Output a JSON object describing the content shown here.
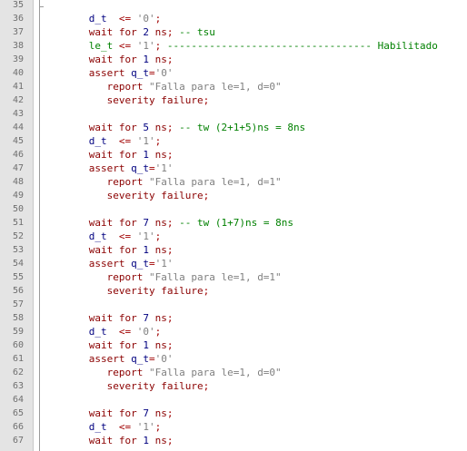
{
  "editor": {
    "lines": [
      {
        "n": "35",
        "tokens": []
      },
      {
        "n": "36",
        "tokens": [
          {
            "t": "      ",
            "c": "txt"
          },
          {
            "t": "d_t",
            "c": "id"
          },
          {
            "t": "  <= ",
            "c": "op"
          },
          {
            "t": "'0'",
            "c": "str"
          },
          {
            "t": ";",
            "c": "op"
          }
        ]
      },
      {
        "n": "37",
        "tokens": [
          {
            "t": "      ",
            "c": "txt"
          },
          {
            "t": "wait for",
            "c": "kw"
          },
          {
            "t": " 2 ",
            "c": "num"
          },
          {
            "t": "ns",
            "c": "kw"
          },
          {
            "t": "; ",
            "c": "op"
          },
          {
            "t": "-- tsu",
            "c": "cm"
          }
        ]
      },
      {
        "n": "38",
        "tokens": [
          {
            "t": "      ",
            "c": "txt"
          },
          {
            "t": "le_t",
            "c": "cm"
          },
          {
            "t": " <= ",
            "c": "op"
          },
          {
            "t": "'1'",
            "c": "str"
          },
          {
            "t": "; ",
            "c": "op"
          },
          {
            "t": "---------------------------------- Habilitado",
            "c": "cm"
          }
        ]
      },
      {
        "n": "39",
        "tokens": [
          {
            "t": "      ",
            "c": "txt"
          },
          {
            "t": "wait for",
            "c": "kw"
          },
          {
            "t": " 1 ",
            "c": "num"
          },
          {
            "t": "ns",
            "c": "kw"
          },
          {
            "t": ";",
            "c": "op"
          }
        ]
      },
      {
        "n": "40",
        "tokens": [
          {
            "t": "      ",
            "c": "txt"
          },
          {
            "t": "assert",
            "c": "kw"
          },
          {
            "t": " q_t",
            "c": "id"
          },
          {
            "t": "=",
            "c": "op"
          },
          {
            "t": "'0'",
            "c": "str"
          }
        ]
      },
      {
        "n": "41",
        "tokens": [
          {
            "t": "         ",
            "c": "txt"
          },
          {
            "t": "report",
            "c": "kw"
          },
          {
            "t": " \"Falla para le=1, d=0\"",
            "c": "str"
          }
        ]
      },
      {
        "n": "42",
        "tokens": [
          {
            "t": "         ",
            "c": "txt"
          },
          {
            "t": "severity failure",
            "c": "kw"
          },
          {
            "t": ";",
            "c": "op"
          }
        ]
      },
      {
        "n": "43",
        "tokens": []
      },
      {
        "n": "44",
        "tokens": [
          {
            "t": "      ",
            "c": "txt"
          },
          {
            "t": "wait for",
            "c": "kw"
          },
          {
            "t": " 5 ",
            "c": "num"
          },
          {
            "t": "ns",
            "c": "kw"
          },
          {
            "t": "; ",
            "c": "op"
          },
          {
            "t": "-- tw (2+1+5)ns = 8ns",
            "c": "cm"
          }
        ]
      },
      {
        "n": "45",
        "tokens": [
          {
            "t": "      ",
            "c": "txt"
          },
          {
            "t": "d_t",
            "c": "id"
          },
          {
            "t": "  <= ",
            "c": "op"
          },
          {
            "t": "'1'",
            "c": "str"
          },
          {
            "t": ";",
            "c": "op"
          }
        ]
      },
      {
        "n": "46",
        "tokens": [
          {
            "t": "      ",
            "c": "txt"
          },
          {
            "t": "wait for",
            "c": "kw"
          },
          {
            "t": " 1 ",
            "c": "num"
          },
          {
            "t": "ns",
            "c": "kw"
          },
          {
            "t": ";",
            "c": "op"
          }
        ]
      },
      {
        "n": "47",
        "tokens": [
          {
            "t": "      ",
            "c": "txt"
          },
          {
            "t": "assert",
            "c": "kw"
          },
          {
            "t": " q_t",
            "c": "id"
          },
          {
            "t": "=",
            "c": "op"
          },
          {
            "t": "'1'",
            "c": "str"
          }
        ]
      },
      {
        "n": "48",
        "tokens": [
          {
            "t": "         ",
            "c": "txt"
          },
          {
            "t": "report",
            "c": "kw"
          },
          {
            "t": " \"Falla para le=1, d=1\"",
            "c": "str"
          }
        ]
      },
      {
        "n": "49",
        "tokens": [
          {
            "t": "         ",
            "c": "txt"
          },
          {
            "t": "severity failure",
            "c": "kw"
          },
          {
            "t": ";",
            "c": "op"
          }
        ]
      },
      {
        "n": "50",
        "tokens": []
      },
      {
        "n": "51",
        "tokens": [
          {
            "t": "      ",
            "c": "txt"
          },
          {
            "t": "wait for",
            "c": "kw"
          },
          {
            "t": " 7 ",
            "c": "num"
          },
          {
            "t": "ns",
            "c": "kw"
          },
          {
            "t": "; ",
            "c": "op"
          },
          {
            "t": "-- tw (1+7)ns = 8ns",
            "c": "cm"
          }
        ]
      },
      {
        "n": "52",
        "tokens": [
          {
            "t": "      ",
            "c": "txt"
          },
          {
            "t": "d_t",
            "c": "id"
          },
          {
            "t": "  <= ",
            "c": "op"
          },
          {
            "t": "'1'",
            "c": "str"
          },
          {
            "t": ";",
            "c": "op"
          }
        ]
      },
      {
        "n": "53",
        "tokens": [
          {
            "t": "      ",
            "c": "txt"
          },
          {
            "t": "wait for",
            "c": "kw"
          },
          {
            "t": " 1 ",
            "c": "num"
          },
          {
            "t": "ns",
            "c": "kw"
          },
          {
            "t": ";",
            "c": "op"
          }
        ]
      },
      {
        "n": "54",
        "tokens": [
          {
            "t": "      ",
            "c": "txt"
          },
          {
            "t": "assert",
            "c": "kw"
          },
          {
            "t": " q_t",
            "c": "id"
          },
          {
            "t": "=",
            "c": "op"
          },
          {
            "t": "'1'",
            "c": "str"
          }
        ]
      },
      {
        "n": "55",
        "tokens": [
          {
            "t": "         ",
            "c": "txt"
          },
          {
            "t": "report",
            "c": "kw"
          },
          {
            "t": " \"Falla para le=1, d=1\"",
            "c": "str"
          }
        ]
      },
      {
        "n": "56",
        "tokens": [
          {
            "t": "         ",
            "c": "txt"
          },
          {
            "t": "severity failure",
            "c": "kw"
          },
          {
            "t": ";",
            "c": "op"
          }
        ]
      },
      {
        "n": "57",
        "tokens": []
      },
      {
        "n": "58",
        "tokens": [
          {
            "t": "      ",
            "c": "txt"
          },
          {
            "t": "wait for",
            "c": "kw"
          },
          {
            "t": " 7 ",
            "c": "num"
          },
          {
            "t": "ns",
            "c": "kw"
          },
          {
            "t": ";",
            "c": "op"
          }
        ]
      },
      {
        "n": "59",
        "tokens": [
          {
            "t": "      ",
            "c": "txt"
          },
          {
            "t": "d_t",
            "c": "id"
          },
          {
            "t": "  <= ",
            "c": "op"
          },
          {
            "t": "'0'",
            "c": "str"
          },
          {
            "t": ";",
            "c": "op"
          }
        ]
      },
      {
        "n": "60",
        "tokens": [
          {
            "t": "      ",
            "c": "txt"
          },
          {
            "t": "wait for",
            "c": "kw"
          },
          {
            "t": " 1 ",
            "c": "num"
          },
          {
            "t": "ns",
            "c": "kw"
          },
          {
            "t": ";",
            "c": "op"
          }
        ]
      },
      {
        "n": "61",
        "tokens": [
          {
            "t": "      ",
            "c": "txt"
          },
          {
            "t": "assert",
            "c": "kw"
          },
          {
            "t": " q_t",
            "c": "id"
          },
          {
            "t": "=",
            "c": "op"
          },
          {
            "t": "'0'",
            "c": "str"
          }
        ]
      },
      {
        "n": "62",
        "tokens": [
          {
            "t": "         ",
            "c": "txt"
          },
          {
            "t": "report",
            "c": "kw"
          },
          {
            "t": " \"Falla para le=1, d=0\"",
            "c": "str"
          }
        ]
      },
      {
        "n": "63",
        "tokens": [
          {
            "t": "         ",
            "c": "txt"
          },
          {
            "t": "severity failure",
            "c": "kw"
          },
          {
            "t": ";",
            "c": "op"
          }
        ]
      },
      {
        "n": "64",
        "tokens": []
      },
      {
        "n": "65",
        "tokens": [
          {
            "t": "      ",
            "c": "txt"
          },
          {
            "t": "wait for",
            "c": "kw"
          },
          {
            "t": " 7 ",
            "c": "num"
          },
          {
            "t": "ns",
            "c": "kw"
          },
          {
            "t": ";",
            "c": "op"
          }
        ]
      },
      {
        "n": "66",
        "tokens": [
          {
            "t": "      ",
            "c": "txt"
          },
          {
            "t": "d_t",
            "c": "id"
          },
          {
            "t": "  <= ",
            "c": "op"
          },
          {
            "t": "'1'",
            "c": "str"
          },
          {
            "t": ";",
            "c": "op"
          }
        ]
      },
      {
        "n": "67",
        "tokens": [
          {
            "t": "      ",
            "c": "txt"
          },
          {
            "t": "wait for",
            "c": "kw"
          },
          {
            "t": " 1 ",
            "c": "num"
          },
          {
            "t": "ns",
            "c": "kw"
          },
          {
            "t": ";",
            "c": "op"
          }
        ]
      }
    ]
  },
  "colors": {
    "gutter_bg": "#e4e4e4",
    "keyword": "#8b0000",
    "identifier": "#000080",
    "string": "#7f7f7f",
    "comment": "#008000"
  }
}
